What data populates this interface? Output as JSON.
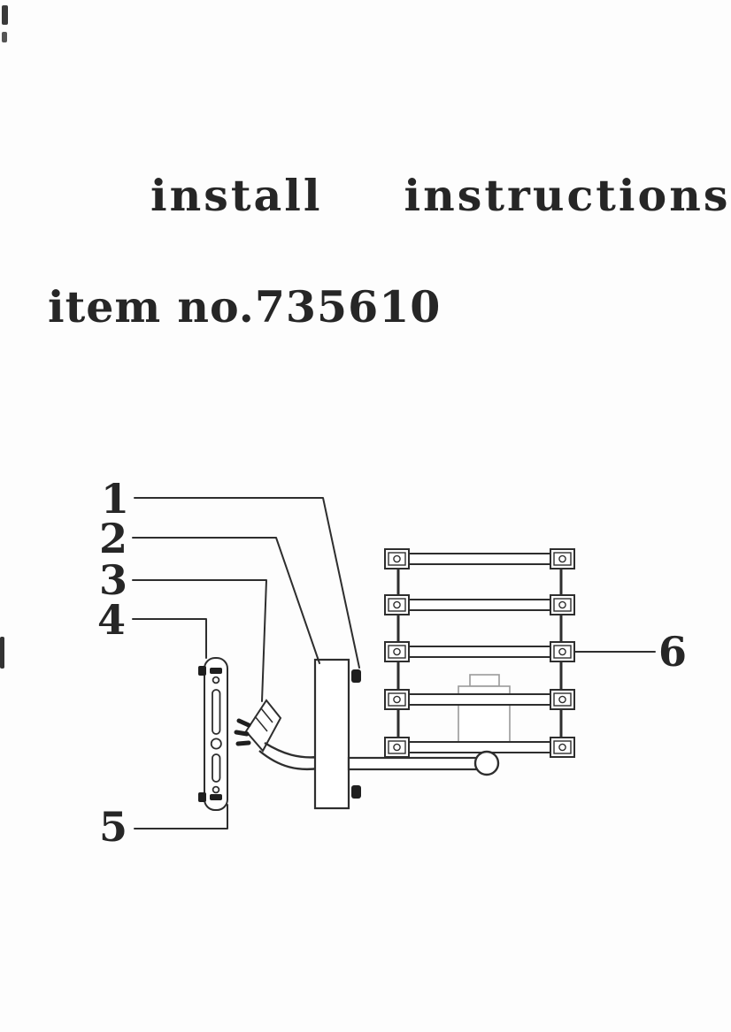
{
  "document": {
    "title": "install  instructions",
    "item_number_label": "item no.735610"
  },
  "diagram": {
    "description": "exploded installation drawing of a wall lamp",
    "ink_color": "#2e2e2e",
    "paper_color": "#fdfdfd",
    "callouts": [
      {
        "label": "1"
      },
      {
        "label": "2"
      },
      {
        "label": "3"
      },
      {
        "label": "4"
      },
      {
        "label": "5"
      },
      {
        "label": "6"
      }
    ]
  }
}
